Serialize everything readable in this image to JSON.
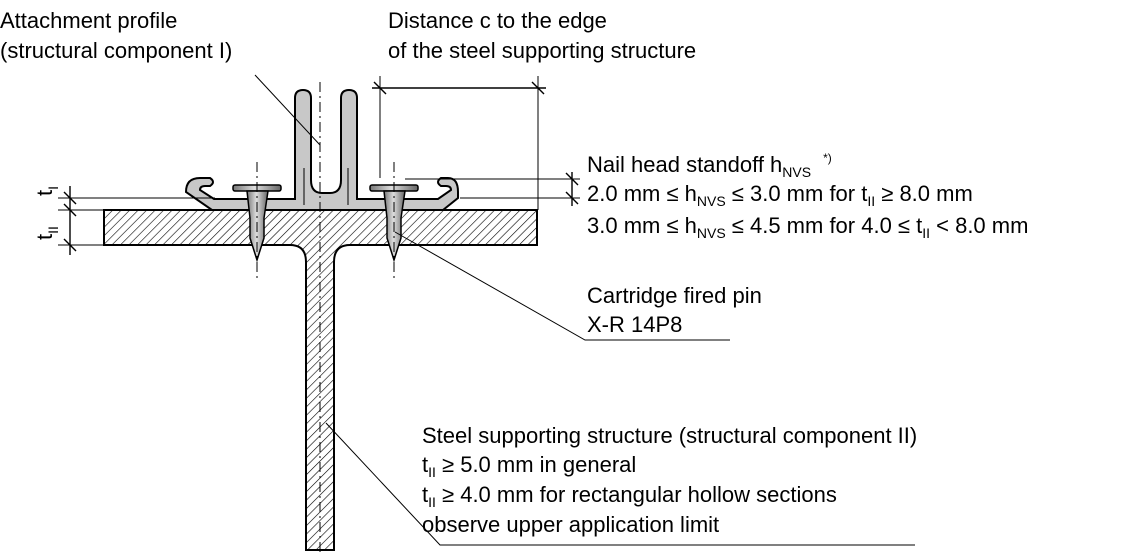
{
  "labels": {
    "attachment_profile_1": "Attachment profile",
    "attachment_profile_2": "(structural component I)",
    "distance_c_1": "Distance c  to the edge",
    "distance_c_2": "of the steel supporting structure",
    "nail_head_prefix": "Nail head standoff h",
    "nail_head_sub": "NVS",
    "nail_head_sup": "*)",
    "rule1": {
      "a": "2.0 mm ≤ h",
      "b": "NVS",
      "c": " ≤ 3.0 mm for t",
      "d": "II",
      "e": " ≥ 8.0 mm"
    },
    "rule2": {
      "a": "3.0 mm ≤ h",
      "b": "NVS",
      "c": " ≤ 4.5 mm for 4.0 ≤ t",
      "d": "II",
      "e": " < 8.0 mm"
    },
    "pin_1": "Cartridge fired pin",
    "pin_2": "X-R 14P8",
    "steel_1": "Steel supporting structure (structural component II)",
    "steel_2": {
      "a": "t",
      "b": "II",
      "c": " ≥ 5.0 mm in general"
    },
    "steel_3": {
      "a": "t",
      "b": "II",
      "c": " ≥ 4.0 mm for rectangular hollow sections"
    },
    "steel_4": "observe upper application limit",
    "t_I": {
      "a": "t",
      "b": "I"
    },
    "t_II": {
      "a": "t",
      "b": "II"
    }
  }
}
